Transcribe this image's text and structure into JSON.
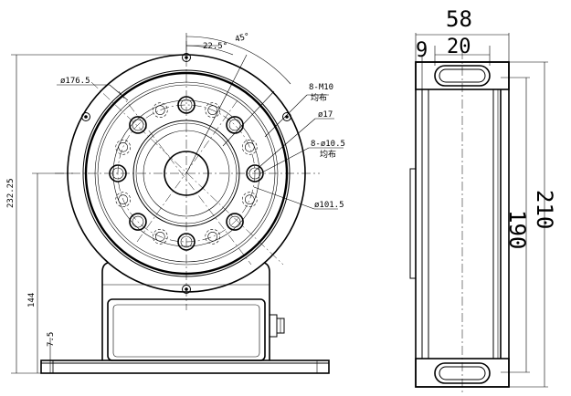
{
  "front_view": {
    "angle_45": "45°",
    "angle_22_5": "22.5°",
    "dia_176_5": "ø176.5",
    "thread_label": "8-M10",
    "thread_note": "均布",
    "dia_17": "ø17",
    "holes_label": "8-ø10.5",
    "holes_note": "均布",
    "dia_101_5": "ø101.5",
    "height_232_25": "232.25",
    "height_144": "144",
    "height_7_5": "7.5"
  },
  "side_view": {
    "width_58": "58",
    "dim_9": "9",
    "dim_20": "20",
    "height_210": "210",
    "height_190": "190"
  }
}
